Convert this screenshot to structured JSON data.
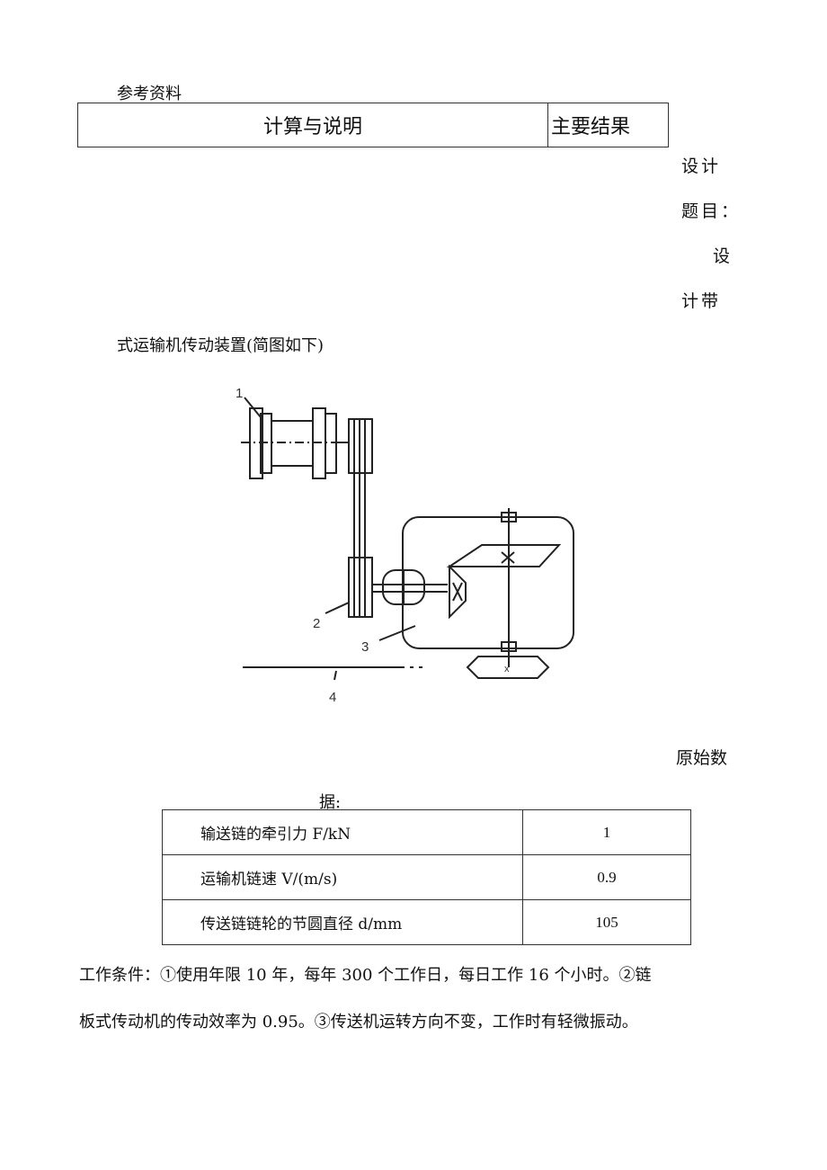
{
  "page_header": "参考资料",
  "table_header": {
    "col1": "计算与说明",
    "col2": "主要结果"
  },
  "side_text": [
    "设计",
    "题目：",
    "设",
    "计带"
  ],
  "intro": "式运输机传动装置(简图如下)",
  "figure_labels": [
    "1",
    "2",
    "3",
    "4"
  ],
  "figure_marks": {
    "gear_x": "x"
  },
  "original_data_label": "原始数",
  "original_data_label_cont": "据:",
  "data_rows": [
    {
      "label": "输送链的牵引力 F/kN",
      "value": "1"
    },
    {
      "label": "运输机链速 V/(m/s)",
      "value": "0.9"
    },
    {
      "label": "传送链链轮的节圆直径 d/mm",
      "value": "105"
    }
  ],
  "conditions": [
    "工作条件：①使用年限 10 年，每年 300 个工作日，每日工作 16 个小时。②链",
    "板式传动机的传动效率为 0.95。③传送机运转方向不变，工作时有轻微振动。"
  ]
}
